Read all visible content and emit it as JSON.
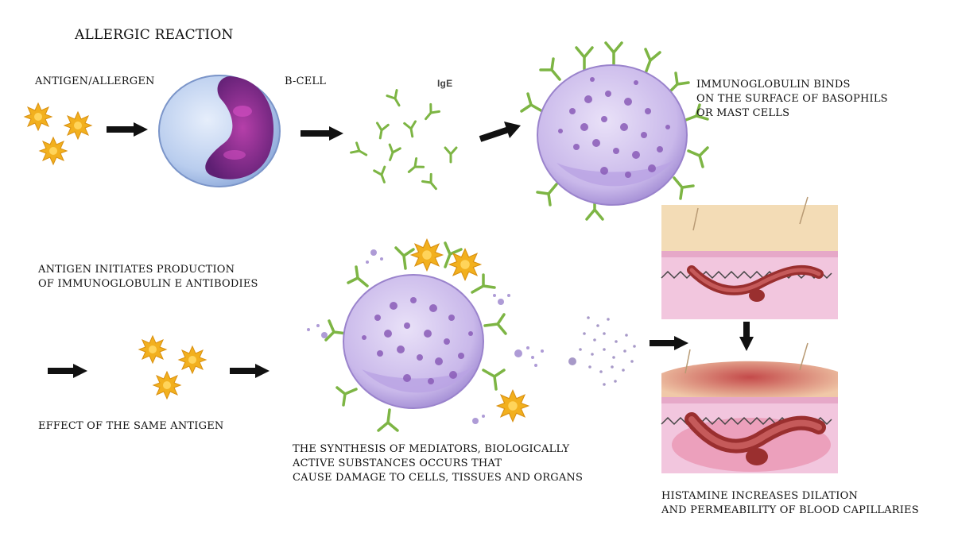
{
  "title": "ALLERGIC REACTION",
  "labels": {
    "antigen": "ANTIGEN/ALLERGEN",
    "bcell": "B-CELL",
    "ige": "IgE",
    "binds": [
      "IMMUNOGLOBULIN BINDS",
      "ON THE SURFACE OF BASOPHILS",
      "OR MAST CELLS"
    ],
    "initiates": [
      "ANTIGEN INITIATES PRODUCTION",
      "OF IMMUNOGLOBULIN E ANTIBODIES"
    ],
    "effect": "EFFECT OF THE SAME ANTIGEN",
    "synthesis": [
      "THE SYNTHESIS OF MEDIATORS, BIOLOGICALLY",
      "ACTIVE SUBSTANCES OCCURS THAT",
      "CAUSE DAMAGE TO CELLS, TISSUES AND ORGANS"
    ],
    "histamine": [
      "HISTAMINE INCREASES DILATION",
      "AND PERMEABILITY OF BLOOD CAPILLARIES"
    ]
  },
  "colors": {
    "antigen": "#f2b01e",
    "antibody": "#7db544",
    "cell": "#c9b8ea",
    "granule": "#8a5cb8",
    "nucleus": "#7a2e8c",
    "skin": "#f3dcb6",
    "dermis": "#f2c6de",
    "vessel": "#9a2f2f",
    "arrow": "#111111"
  }
}
